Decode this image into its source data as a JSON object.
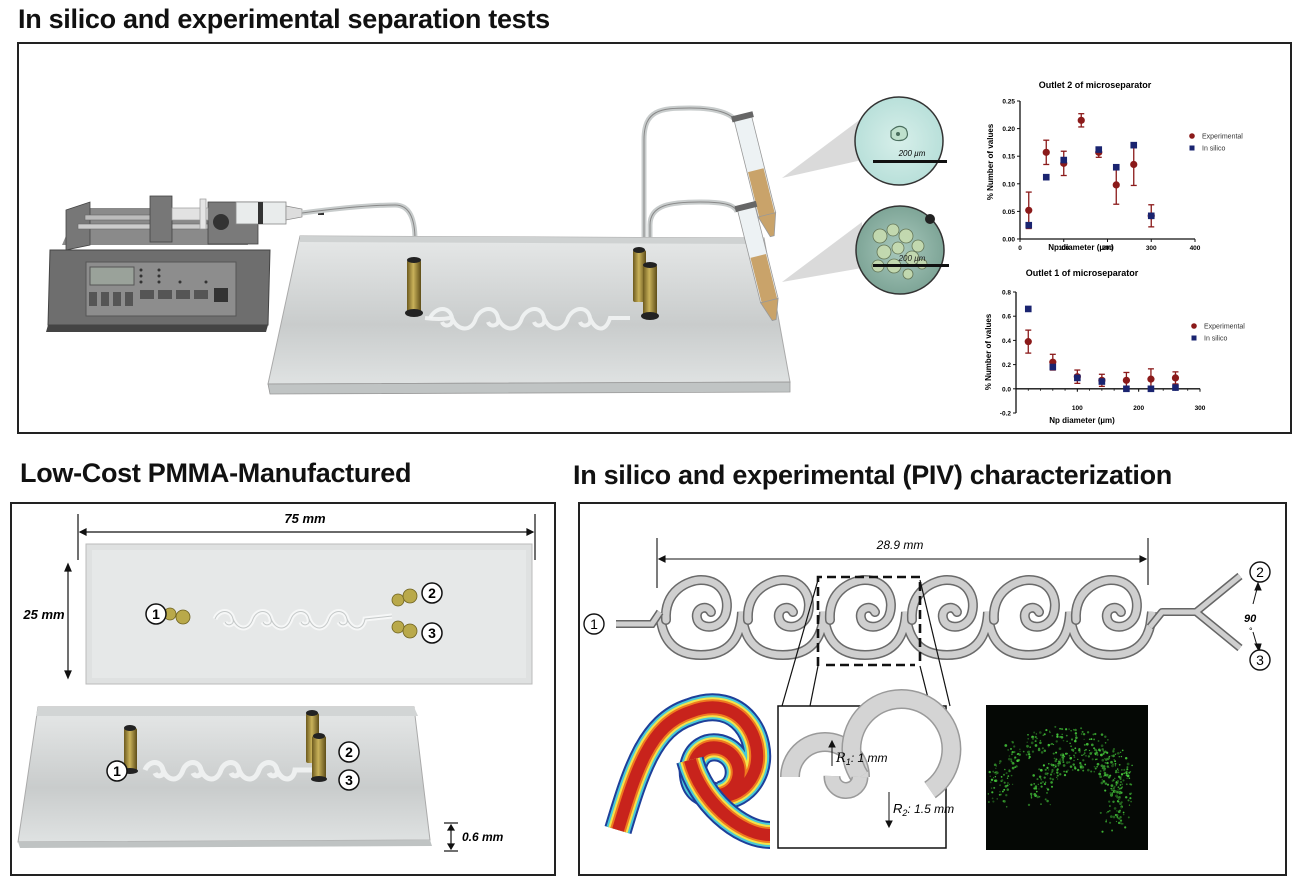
{
  "sections": {
    "top_title": "In silico and experimental separation tests",
    "bottom_left_title": "Low-Cost PMMA-Manufactured",
    "bottom_right_title": "In silico and experimental (PIV) characterization"
  },
  "top_panel": {
    "setup_components": [
      "syringe-pump",
      "syringe",
      "tubing",
      "pmma-chip",
      "outlet-tubes"
    ],
    "micrograph_top": {
      "scale_label": "200 µm"
    },
    "micrograph_bottom": {
      "scale_label": "200 µm"
    }
  },
  "bottom_left_panel": {
    "length_label": "75 mm",
    "width_label": "25 mm",
    "thickness_label": "0.6 mm",
    "port_labels": [
      "1",
      "2",
      "3"
    ]
  },
  "bottom_right_panel": {
    "length_label": "28.9 mm",
    "angle_label": "90",
    "angle_unit": "°",
    "r1_symbol": "R",
    "r1_sub": "1",
    "r1_value": ": 1 mm",
    "r2_symbol": "R",
    "r2_sub": "2",
    "r2_value": ": 1.5 mm",
    "port_labels": [
      "1",
      "2",
      "3"
    ]
  },
  "chart_data": [
    {
      "type": "scatter",
      "title": "Outlet 2 of microseparator",
      "xlabel": "Np diameter (µm)",
      "ylabel": "% Number of values",
      "xlim": [
        0,
        400
      ],
      "ylim": [
        0.0,
        0.25
      ],
      "xticks": [
        "0",
        "100",
        "200",
        "300",
        "400"
      ],
      "yticks": [
        "0.00",
        "0.05",
        "0.10",
        "0.15",
        "0.20",
        "0.25"
      ],
      "legend_position": "right",
      "series": [
        {
          "name": "Experimental",
          "color": "#8b1a1a",
          "marker": "circle",
          "x": [
            20,
            60,
            100,
            140,
            180,
            220,
            260,
            300
          ],
          "y": [
            0.052,
            0.157,
            0.137,
            0.215,
            0.157,
            0.098,
            0.135,
            0.042
          ],
          "err": [
            0.033,
            0.022,
            0.022,
            0.012,
            0.009,
            0.035,
            0.038,
            0.02
          ]
        },
        {
          "name": "In silico",
          "color": "#1a2470",
          "marker": "square",
          "x": [
            20,
            60,
            100,
            180,
            220,
            260,
            300
          ],
          "y": [
            0.025,
            0.112,
            0.143,
            0.162,
            0.13,
            0.17,
            0.042
          ]
        }
      ]
    },
    {
      "type": "scatter",
      "title": "Outlet 1 of microseparator",
      "xlabel": "Np diameter (µm)",
      "ylabel": "% Number of values",
      "xlim": [
        0,
        300
      ],
      "ylim": [
        -0.2,
        0.8
      ],
      "xticks": [
        "100",
        "200",
        "300"
      ],
      "yticks": [
        "-0.2",
        "0.0",
        "0.2",
        "0.4",
        "0.6",
        "0.8"
      ],
      "legend_position": "right",
      "series": [
        {
          "name": "Experimental",
          "color": "#8b1a1a",
          "marker": "circle",
          "x": [
            20,
            60,
            100,
            140,
            180,
            220,
            260
          ],
          "y": [
            0.39,
            0.22,
            0.1,
            0.07,
            0.07,
            0.08,
            0.09
          ],
          "err": [
            0.095,
            0.065,
            0.055,
            0.05,
            0.065,
            0.085,
            0.05
          ]
        },
        {
          "name": "In silico",
          "color": "#1a2470",
          "marker": "square",
          "x": [
            20,
            60,
            100,
            140,
            180,
            220,
            260
          ],
          "y": [
            0.66,
            0.18,
            0.09,
            0.06,
            0.0,
            0.0,
            0.01
          ]
        }
      ]
    }
  ]
}
